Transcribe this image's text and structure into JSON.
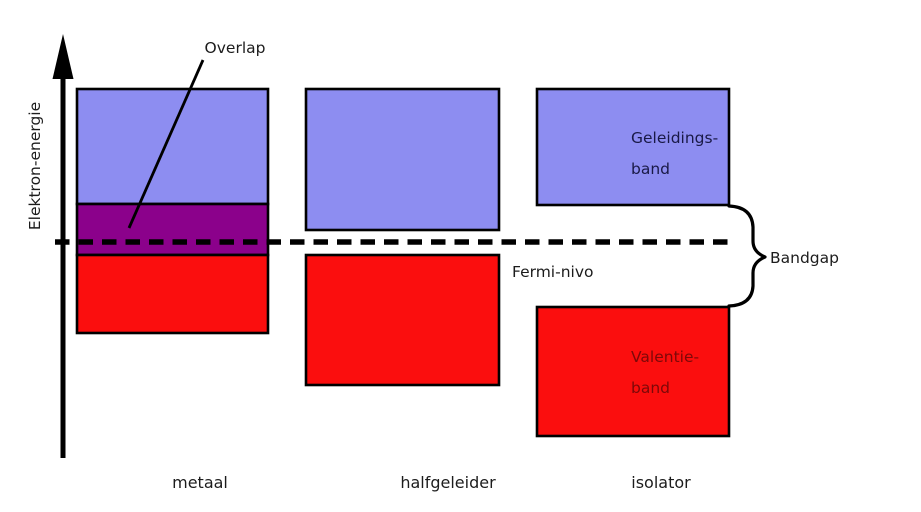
{
  "figure": {
    "y_axis_label": "Elektron-energie",
    "annotations": {
      "overlap": "Overlap",
      "fermi": "Fermi-nivo",
      "bandgap": "Bandgap"
    },
    "band_labels": {
      "conduction_line1": "Geleidings-",
      "conduction_line2": "band",
      "valence_line1": "Valentie-",
      "valence_line2": "band"
    },
    "columns": [
      {
        "label": "metaal"
      },
      {
        "label": "halfgeleider"
      },
      {
        "label": "isolator"
      }
    ],
    "colors": {
      "conduction_band": "#8d8df1",
      "valence_band": "#fb0e0e",
      "overlap_band": "#8b018b",
      "outline": "#000000",
      "conduction_text": "#191946",
      "valence_text": "#7d0808",
      "label_text": "#1c1c1c"
    }
  },
  "diagram_data": {
    "type": "band-structure-comparison",
    "materials": [
      {
        "name": "metaal",
        "bands": [
          "geleidingsband",
          "overlap",
          "valentieband"
        ],
        "bandgap": "none (bands overlap at Fermi level)"
      },
      {
        "name": "halfgeleider",
        "bands": [
          "geleidingsband",
          "valentieband"
        ],
        "bandgap": "small"
      },
      {
        "name": "isolator",
        "bands": [
          "geleidingsband",
          "valentieband"
        ],
        "bandgap": "large"
      }
    ],
    "fermi_level": "dashed horizontal line crossing all three materials",
    "y_axis": "electron energy increasing upward"
  }
}
